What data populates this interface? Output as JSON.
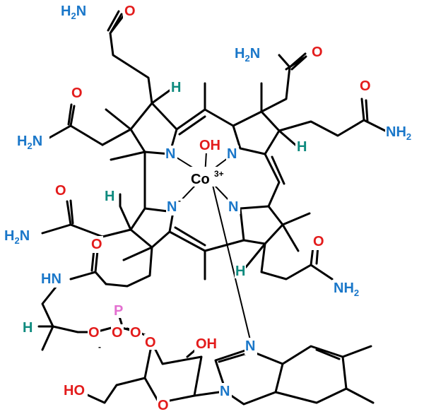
{
  "colors": {
    "nitrogen": "#1a77c9",
    "oxygen": "#e31b1b",
    "hydrogen": "#0e8a7e",
    "phosphorus": "#e36fd0",
    "cobalt": "#000000",
    "bond": "#000000"
  },
  "labels": {
    "amide_nh2_top_left": "H2N",
    "amide_o_top_left": "O",
    "amide_nh2_top_mid": "H2N",
    "amide_o_top_mid": "O",
    "amide_o_right": "O",
    "amide_nh2_right": "NH2",
    "amide_o_left_upper": "O",
    "amide_nh2_left_upper": "H2N",
    "amide_o_left_lower": "O",
    "amide_nh2_left_lower": "H2N",
    "amide_o_linker": "O",
    "amide_nh_linker": "HN",
    "amide_o_bottom_right": "O",
    "amide_nh2_bottom_right": "NH2",
    "ring_n_upper_left": "N",
    "ring_n_upper_right": "N",
    "ring_n_lower_left": "N",
    "ring_n_lower_left_charge": "-",
    "ring_n_lower_right": "N",
    "hydroxyl": "OH",
    "cobalt": "Co",
    "cobalt_charge": "3+",
    "h_top_left": "H",
    "h_top_right": "H",
    "h_mid_left": "H",
    "h_lower_right": "H",
    "h_propanol": "H",
    "phosphorus": "P",
    "phosphate_o_left": "O",
    "phosphate_o_left_charge": "-",
    "phosphate_o_top": "O",
    "phosphate_o_right": "O",
    "phosphate_o_ribose": "O",
    "ribose_oh": "OH",
    "ribose_ring_o": "O",
    "hydroxymethyl_oh": "HO",
    "benzimidazole_n_upper": "N",
    "benzimidazole_n_lower": "N"
  }
}
